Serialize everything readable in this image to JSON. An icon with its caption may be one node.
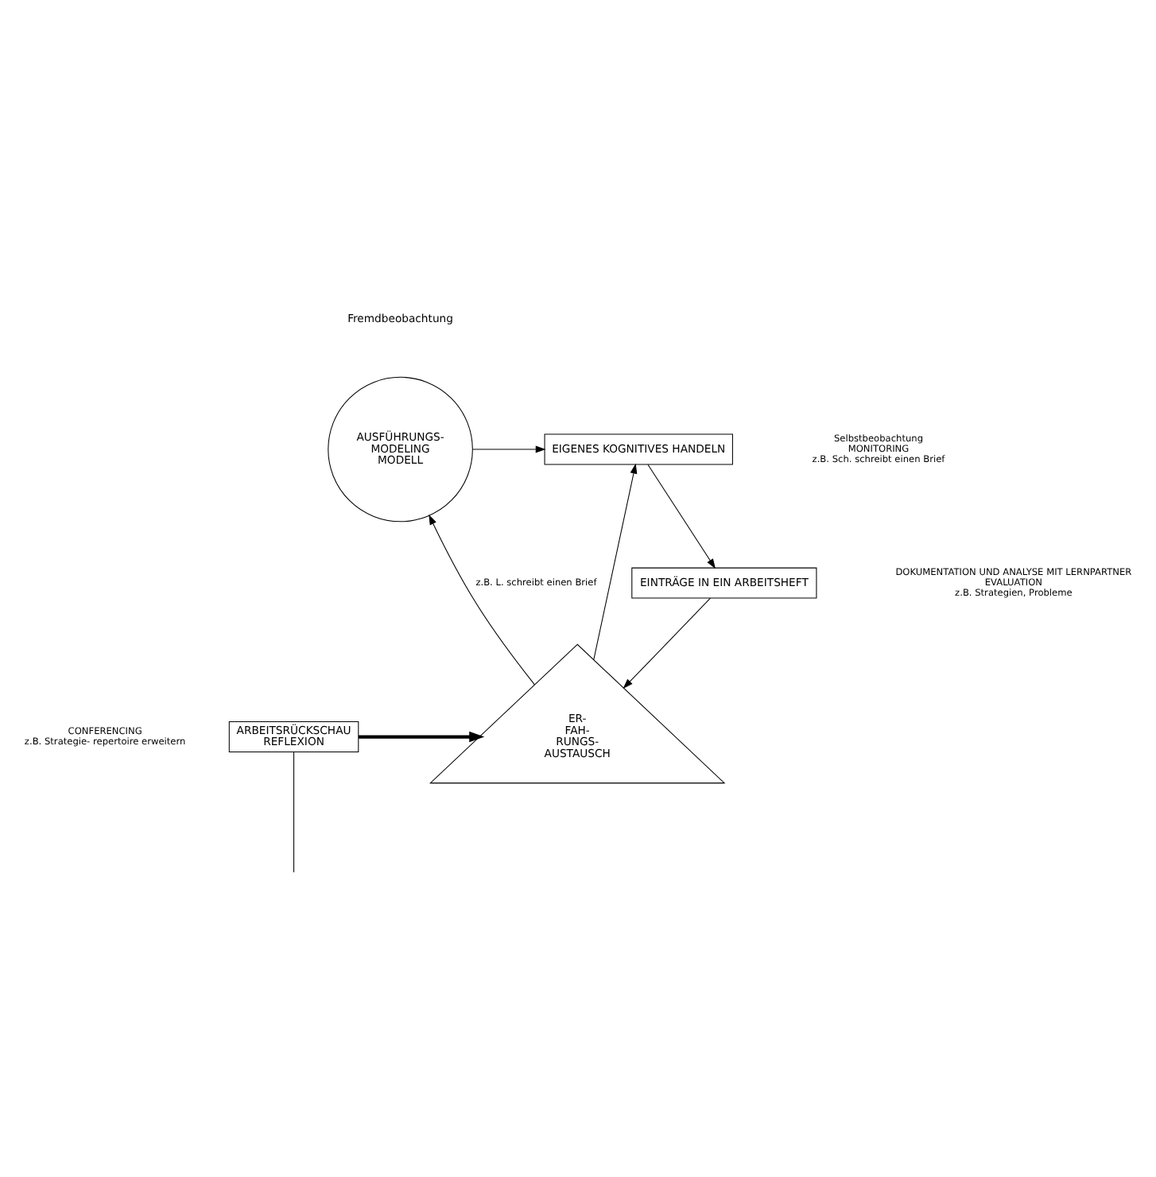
{
  "diagram": {
    "nodes": [
      {
        "text": [
          "AUSFÜHRUNGS-",
          "MODELING",
          "MODELL"
        ]
      },
      {
        "text": [
          "EIGENES KOGNITIVES HANDELN"
        ],
        "beside": [
          "Selbstbeobachtung",
          "MONITORING",
          "z.B. Sch. schreibt einen Brief"
        ]
      },
      {
        "text": [
          "EINTRÄGE IN EIN ARBEITSHEFT"
        ],
        "beside": [
          "DOKUMENTATION UND ANALYSE MIT LERNPARTNER",
          "EVALUATION",
          "z.B. Strategien, Probleme"
        ]
      },
      {
        "text": [
          "ER- FAH- RUNGS- AUSTAUSCH"
        ],
        "beside": [
          "CONFERENCING",
          "z.B. Strategie- repertoire erweitern"
        ]
      },
      {
        "text": [
          "ARBEITSRÜCKSCHAU",
          "REFLEXION"
        ]
      }
    ],
    "edges": [
      {
        "from": 0,
        "to": 1,
        "arrow": "to"
      },
      {
        "from": 1,
        "to": 2,
        "arrow": "to"
      },
      {
        "from": 2,
        "to": 3,
        "arrow": "to"
      },
      {
        "from": 3,
        "to": 1,
        "arrow": "to"
      },
      {
        "from": 3,
        "to": 0,
        "arrow": "to",
        "label": "z.B. L. schreibt einen Brief"
      },
      {
        "from": 4,
        "to": 3,
        "arrow": "to",
        "style": "thick"
      },
      {
        "from": 4,
        "to": null,
        "arrow": "none"
      }
    ],
    "labels": [
      "Fremdbeobachtung"
    ]
  }
}
